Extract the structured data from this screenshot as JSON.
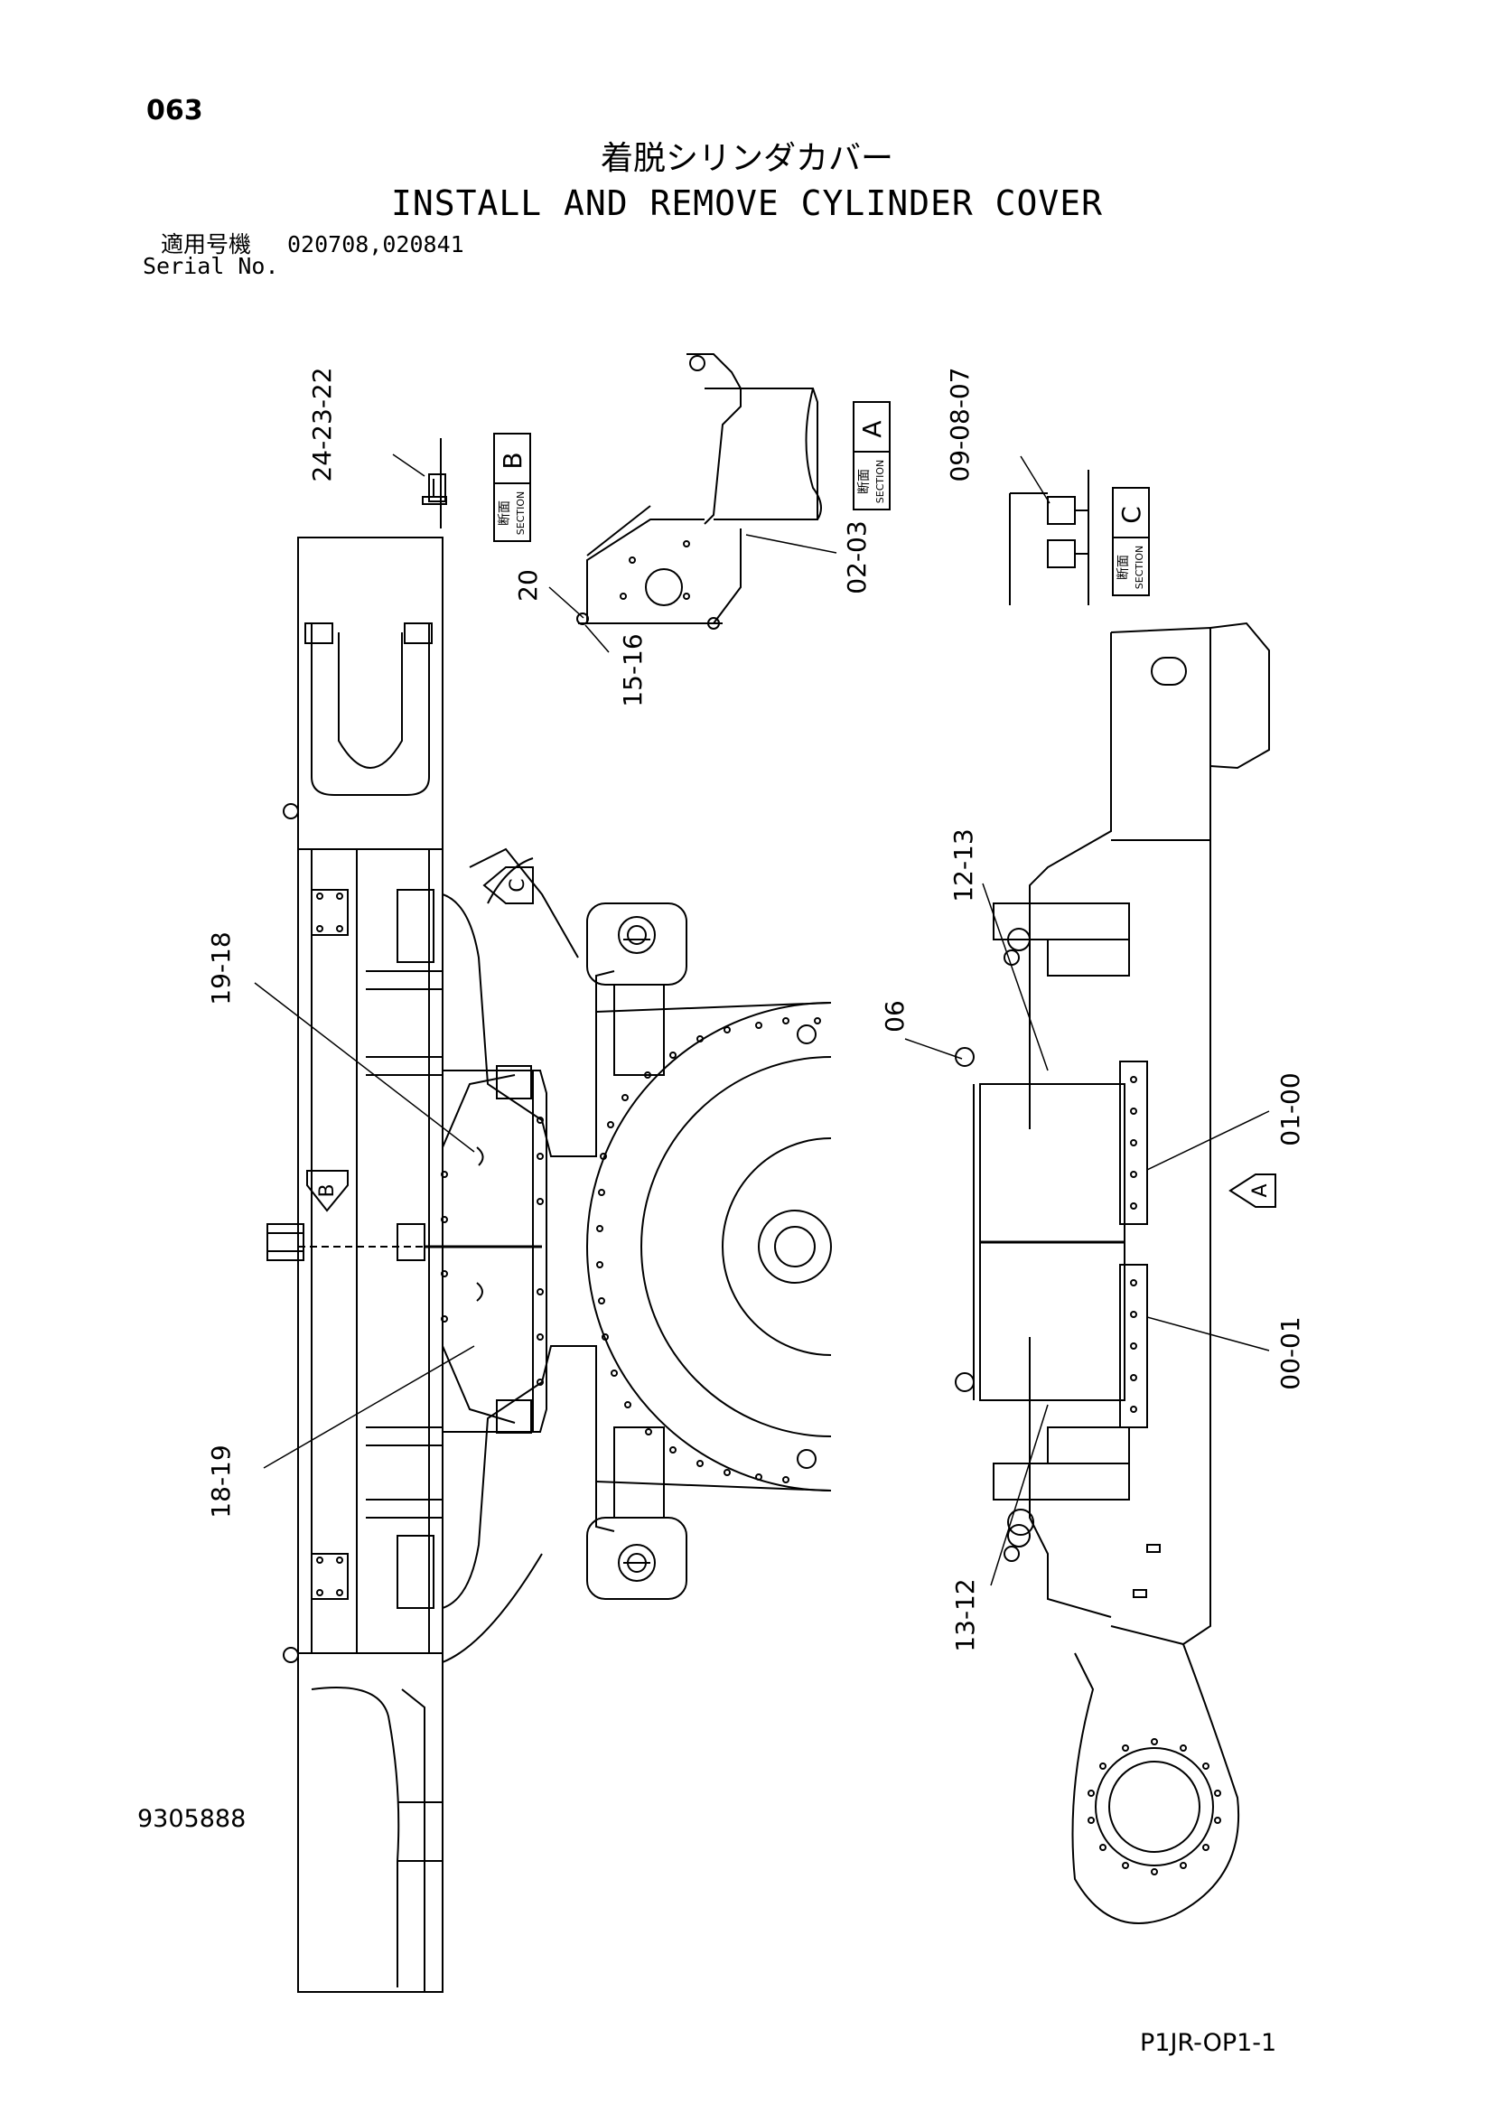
{
  "header": {
    "page_number": "063",
    "title_jp": "着脱シリンダカバー",
    "title_en": "INSTALL AND REMOVE CYLINDER COVER",
    "serial_label_jp": "適用号機",
    "serial_label_en": "Serial No.",
    "serial_values": "020708,020841"
  },
  "sections": {
    "A": {
      "letter": "A",
      "jp": "断面",
      "en": "SECTION"
    },
    "B": {
      "letter": "B",
      "jp": "断面",
      "en": "SECTION"
    },
    "C": {
      "letter": "C",
      "jp": "断面",
      "en": "SECTION"
    }
  },
  "view_arrows": {
    "A": "A",
    "B": "B",
    "C": "C"
  },
  "callouts": {
    "c24_23_22": "24-23-22",
    "c09_08_07": "09-08-07",
    "c20": "20",
    "c02_03": "02-03",
    "c15_16": "15-16",
    "c12_13": "12-13",
    "c19_18": "19-18",
    "c06": "06",
    "c01_00": "01-00",
    "c00_01": "00-01",
    "c18_19": "18-19",
    "c13_12": "13-12"
  },
  "footer": {
    "doc_number": "9305888",
    "page_code": "P1JR-OP1-1"
  }
}
